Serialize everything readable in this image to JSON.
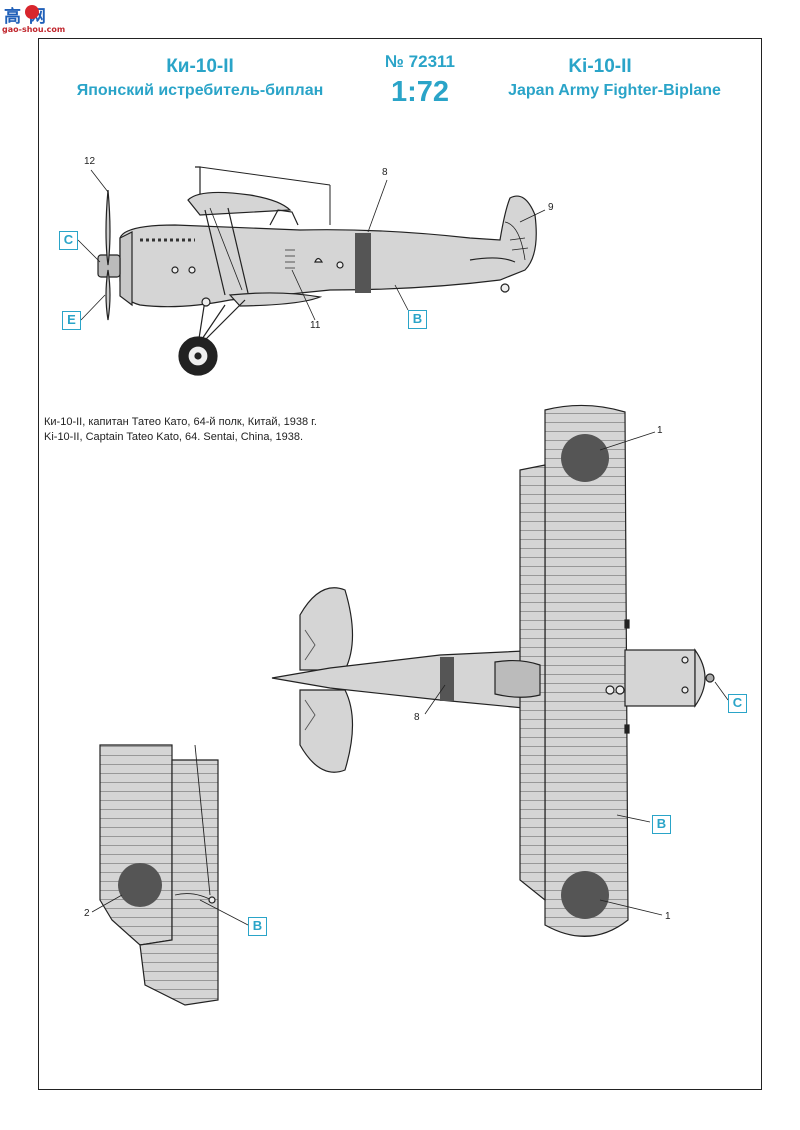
{
  "watermark": {
    "chars": "高 网",
    "url": "gao-shou.com"
  },
  "header": {
    "ru_name": "Ки-10-II",
    "ru_subtitle": "Японский истребитель-биплан",
    "catalog_number": "№ 72311",
    "scale": "1:72",
    "en_name": "Ki-10-II",
    "en_subtitle": "Japan Army Fighter-Biplane"
  },
  "caption": {
    "ru": "Ки-10-II, капитан Татео Като, 64-й полк, Китай, 1938 г.",
    "en": "Ki-10-II, Captain Tateo Kato, 64. Sentai, China, 1938."
  },
  "callouts": {
    "side_c": "C",
    "side_e": "E",
    "side_b": "B",
    "top_c": "C",
    "top_b": "B",
    "lower_b": "B"
  },
  "part_numbers": {
    "prop": "12",
    "band_side": "8",
    "tail": "9",
    "exhaust": "11",
    "upper_roundel": "1",
    "lower_roundel": "1",
    "band_top": "8",
    "under_roundel": "2"
  },
  "colors": {
    "accent": "#2aa4c8",
    "aircraft_gray": "#d5d5d5",
    "roundel": "#555555",
    "band": "#555555",
    "line": "#222222"
  }
}
